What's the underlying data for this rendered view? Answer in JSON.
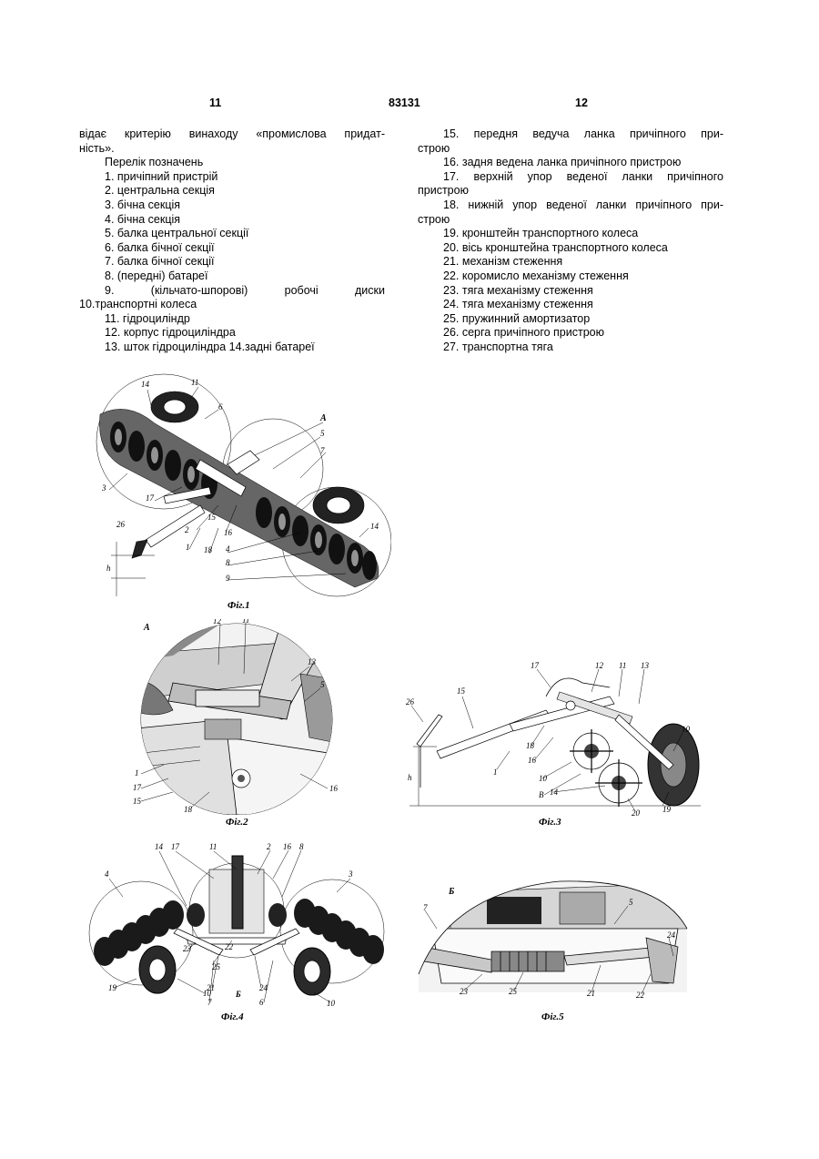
{
  "header": {
    "page_left": "11",
    "patent_number": "83131",
    "page_right": "12"
  },
  "left_column": {
    "lines": [
      "відає критерію винаходу «промислова придат-",
      "ність».",
      "Перелік позначень",
      "1. причіпний пристрій",
      "2. центральна секція",
      "3. бічна секція",
      "4. бічна секція",
      "5. балка центральної секції",
      "6. балка бічної секції",
      "7. балка бічної секції",
      "8. (передні) батареї",
      "9. (кільчато-шпорові) робочі диски",
      "10.транспортні колеса",
      "11. гідроциліндр",
      "12. корпус гідроциліндра",
      "13. шток гідроциліндра 14.задні батареї"
    ]
  },
  "right_column": {
    "lines": [
      "15. передня ведуча ланка причіпного при-",
      "строю",
      "16. задня ведена ланка причіпного пристрою",
      "17. верхній упор веденої ланки причіпного",
      "пристрою",
      "18. нижній упор веденої ланки причіпного при-",
      "строю",
      "19. кронштейн транспортного колеса",
      "20. вісь кронштейна транспортного колеса",
      "21. механізм стеження",
      "22. коромисло механізму стеження",
      "23. тяга механізму стеження",
      "24. тяга механізму стеження",
      "25. пружинний амортизатор",
      "26. серга причіпного пристрою",
      "27. транспортна тяга"
    ]
  },
  "figures": {
    "fig1": {
      "caption": "Фіг.1",
      "labels": [
        "11",
        "14",
        "6",
        "A",
        "5",
        "7",
        "3",
        "17",
        "26",
        "2",
        "15",
        "16",
        "1",
        "18",
        "4",
        "8",
        "9",
        "14",
        "h"
      ]
    },
    "fig2": {
      "caption": "Фіг.2",
      "labels": [
        "A",
        "12",
        "11",
        "13",
        "5",
        "1",
        "17",
        "15",
        "18",
        "16"
      ]
    },
    "fig3": {
      "caption": "Фіг.3",
      "labels": [
        "17",
        "12",
        "11",
        "13",
        "26",
        "15",
        "18",
        "16",
        "10",
        "h",
        "1",
        "10",
        "B",
        "14",
        "20",
        "19"
      ]
    },
    "fig4": {
      "caption": "Фіг.4",
      "labels": [
        "14",
        "17",
        "11",
        "2",
        "16",
        "8",
        "4",
        "3",
        "25",
        "23",
        "22",
        "21",
        "24",
        "19",
        "7",
        "Б",
        "6",
        "10",
        "10"
      ]
    },
    "fig5": {
      "caption": "Фіг.5",
      "labels": [
        "Б",
        "7",
        "5",
        "24",
        "23",
        "25",
        "21",
        "22"
      ]
    }
  }
}
